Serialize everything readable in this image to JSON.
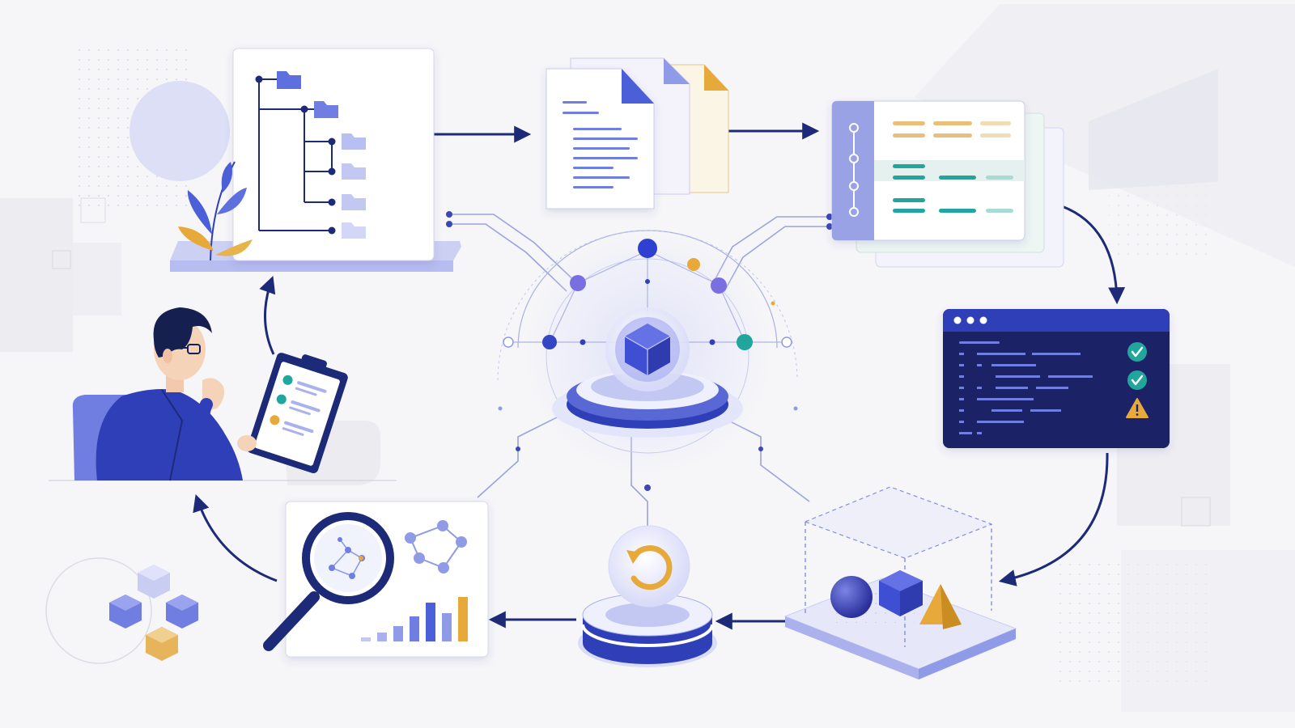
{
  "palette": {
    "navy": "#1c2a78",
    "indigo": "#2f3fb8",
    "blue": "#4a5fd8",
    "periwinkle": "#8f9be6",
    "lavender": "#c9cdf2",
    "paleLavender": "#e6e8fa",
    "gold": "#e6a93a",
    "teal": "#22a59c",
    "darkPanel": "#1b2466",
    "white": "#ffffff",
    "background": "#f6f6f8"
  },
  "nodes": [
    {
      "id": "folder-tree",
      "icon": "folder-tree-icon"
    },
    {
      "id": "documents",
      "icon": "document-stack-icon"
    },
    {
      "id": "structured-records",
      "icon": "table-records-icon"
    },
    {
      "id": "code-validation",
      "icon": "code-terminal-icon",
      "checks": [
        "check-icon",
        "check-icon",
        "warning-icon"
      ]
    },
    {
      "id": "3d-shapes",
      "icon": "cube-sphere-pyramid-icon"
    },
    {
      "id": "refresh-pedestal",
      "icon": "refresh-icon"
    },
    {
      "id": "analysis",
      "icon": "magnifier-chart-icon"
    },
    {
      "id": "reviewer",
      "icon": "person-clipboard-icon"
    },
    {
      "id": "central-hub",
      "icon": "hexagon-cube-icon"
    }
  ],
  "flow": [
    "folder-tree",
    "documents",
    "structured-records",
    "code-validation",
    "3d-shapes",
    "refresh-pedestal",
    "analysis",
    "reviewer",
    "folder-tree"
  ]
}
